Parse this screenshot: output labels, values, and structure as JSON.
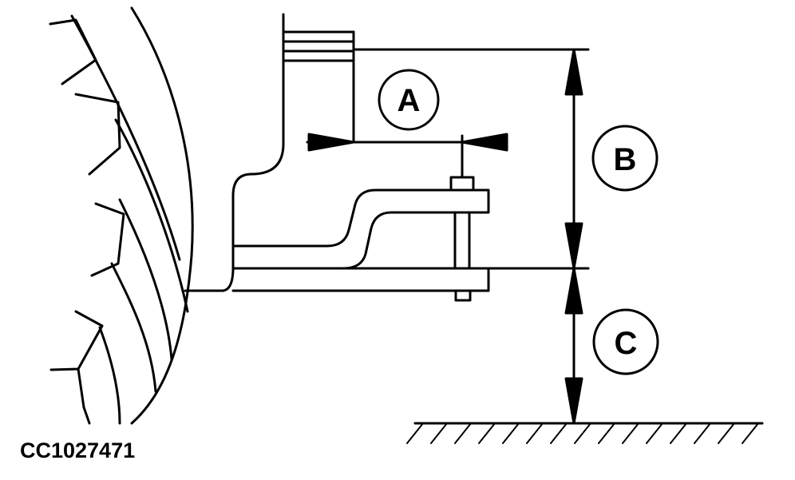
{
  "figure": {
    "figure_id": "CC1027471",
    "line_color": "#000000",
    "background_color": "#ffffff"
  },
  "callouts": {
    "a": "A",
    "b": "B",
    "c": "C"
  }
}
